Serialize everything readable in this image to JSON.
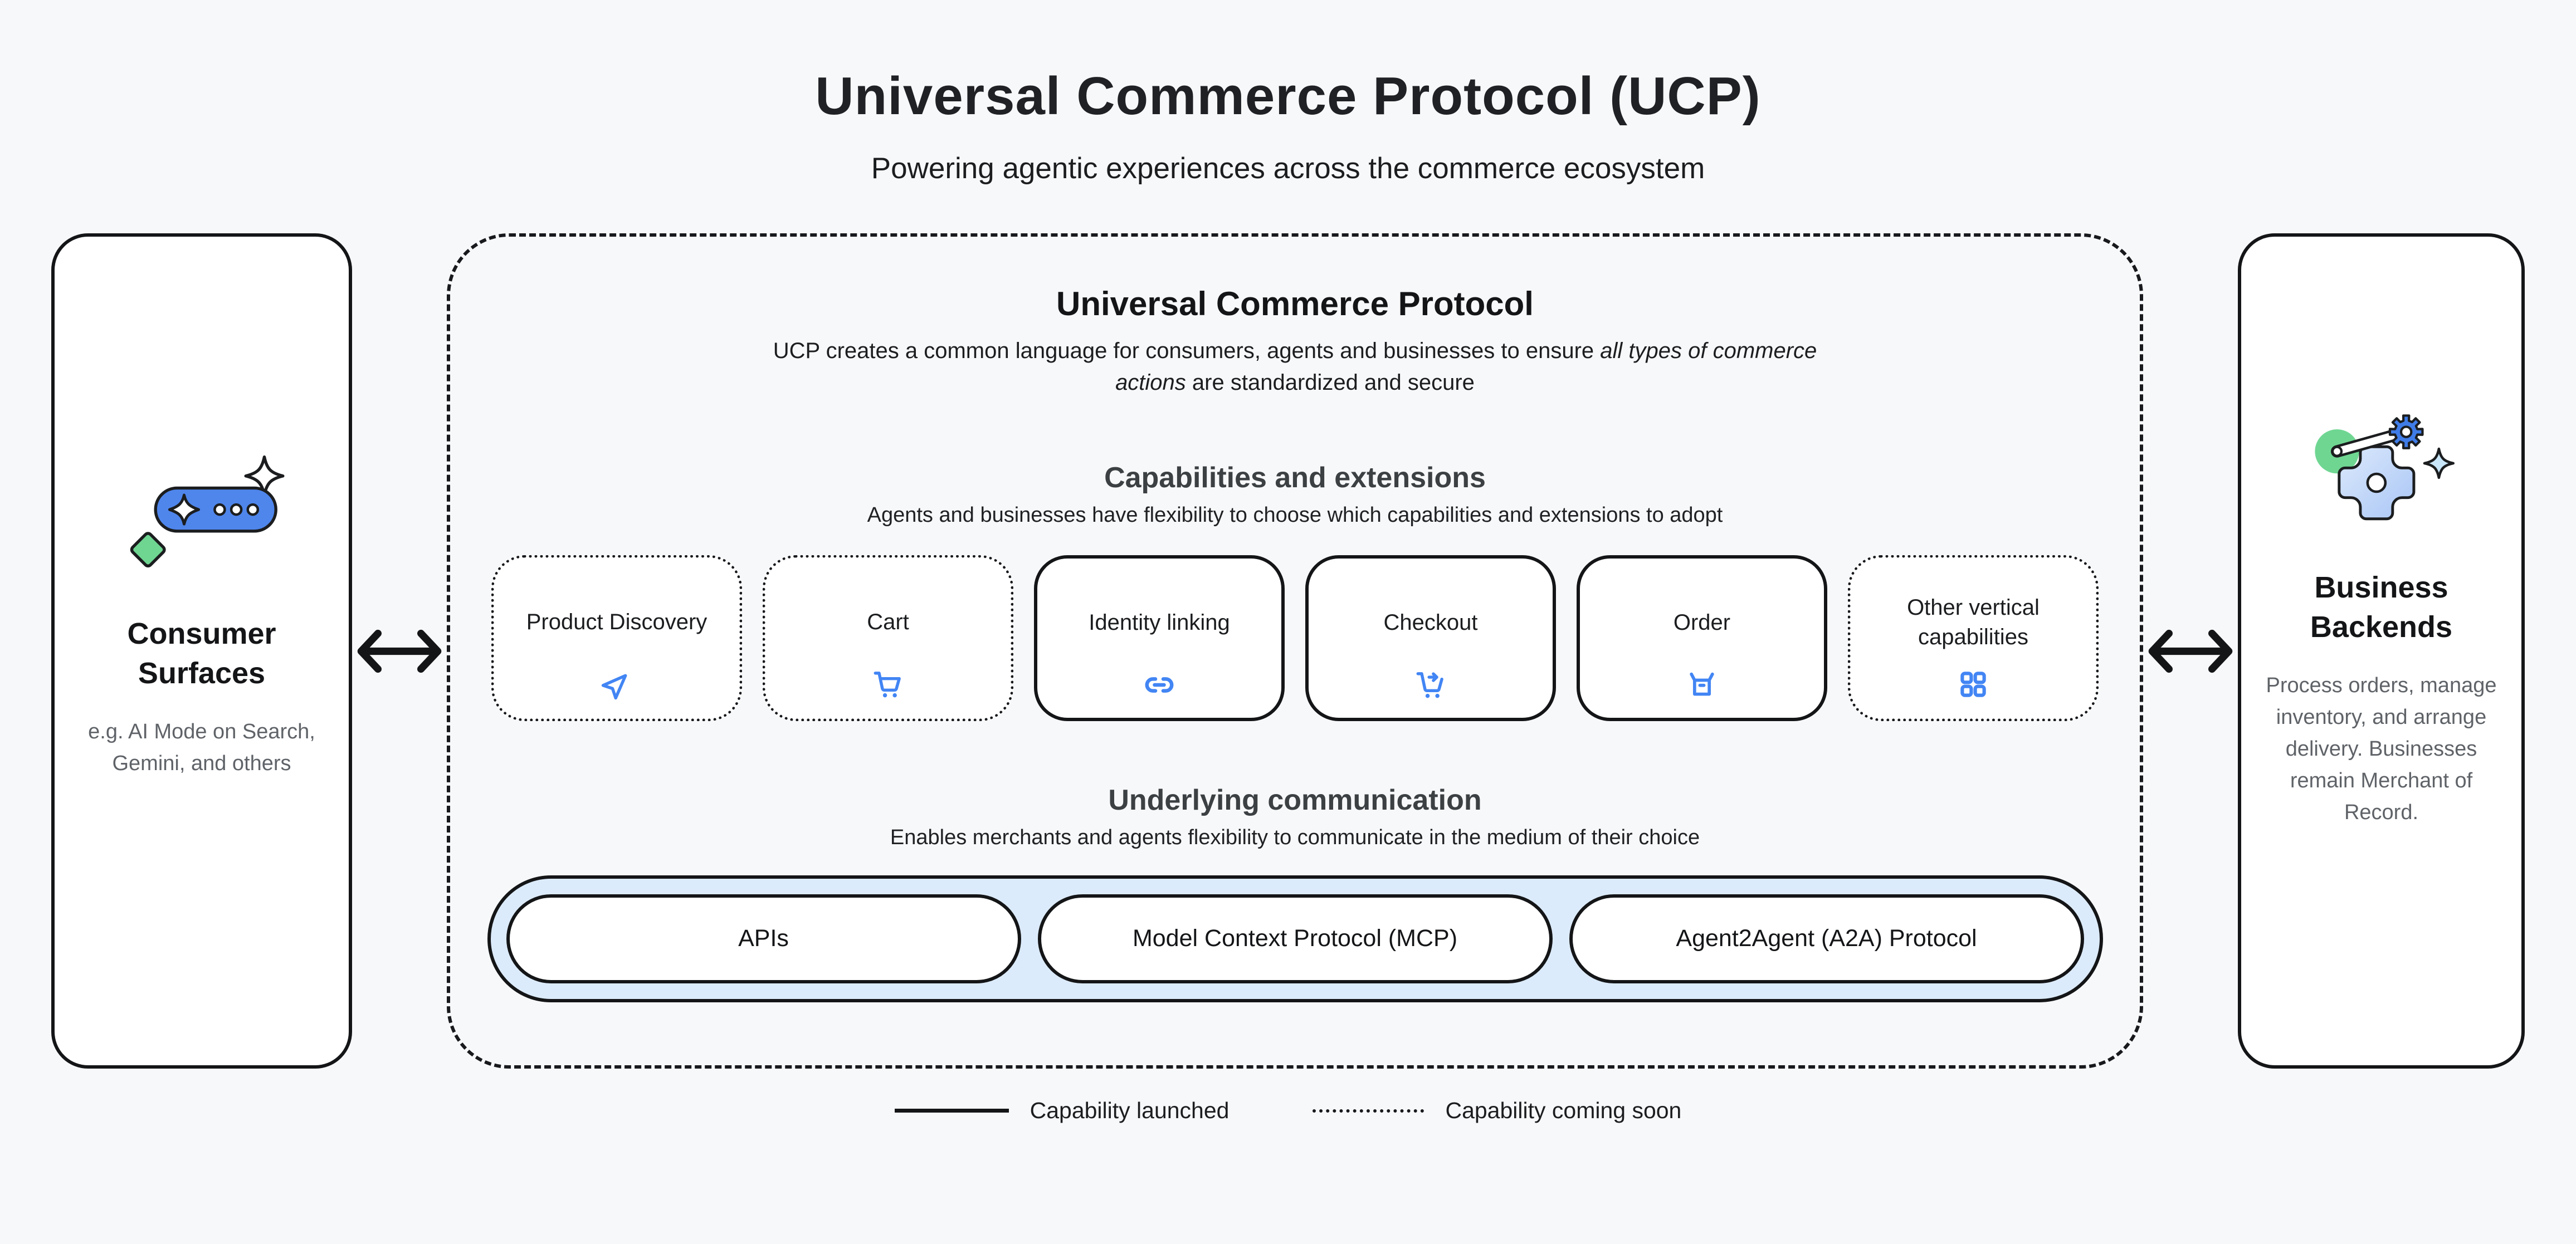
{
  "page": {
    "title": "Universal Commerce Protocol (UCP)",
    "subtitle": "Powering agentic experiences across the commerce ecosystem"
  },
  "consumer_card": {
    "title": "Consumer Surfaces",
    "description": "e.g. AI Mode on Search, Gemini, and others",
    "icon": "chat-sparkle-icon"
  },
  "business_card": {
    "title": "Business Backends",
    "description": "Process orders, manage inventory, and arrange delivery. Businesses remain Merchant of Record.",
    "icon": "gears-icon"
  },
  "ucp": {
    "title": "Universal Commerce Protocol",
    "description": {
      "before": "UCP creates a common language for consumers, agents and businesses to ensure ",
      "italic": "all types of commerce actions",
      "after": " are standardized and secure"
    },
    "capabilities": {
      "title": "Capabilities and extensions",
      "subtitle": "Agents and businesses have flexibility to choose which capabilities and extensions to adopt",
      "items": [
        {
          "label": "Product Discovery",
          "status": "coming-soon",
          "icon": "send-icon"
        },
        {
          "label": "Cart",
          "status": "coming-soon",
          "icon": "cart-icon"
        },
        {
          "label": "Identity linking",
          "status": "launched",
          "icon": "link-icon"
        },
        {
          "label": "Checkout",
          "status": "launched",
          "icon": "cart-checkout-icon"
        },
        {
          "label": "Order",
          "status": "launched",
          "icon": "order-box-icon"
        },
        {
          "label": "Other vertical capabilities",
          "status": "coming-soon",
          "icon": "grid-icon"
        }
      ]
    },
    "communication": {
      "title": "Underlying communication",
      "subtitle": "Enables merchants and agents flexibility to communicate in the medium of their choice",
      "items": [
        {
          "label": "APIs"
        },
        {
          "label": "Model Context Protocol (MCP)"
        },
        {
          "label": "Agent2Agent (A2A) Protocol"
        }
      ]
    }
  },
  "legend": {
    "launched_label": "Capability launched",
    "coming_soon_label": "Capability coming soon"
  },
  "colors": {
    "background": "#F7F8F9",
    "ink": "#141517",
    "gray_heading": "#3C4043",
    "gray_text": "#5F6368",
    "accent_blue": "#4285F4",
    "pill_blue": "#4F86EC",
    "band_blue": "#DCEBFB",
    "green": "#6FD692",
    "light_blue": "#C9E7FB"
  }
}
